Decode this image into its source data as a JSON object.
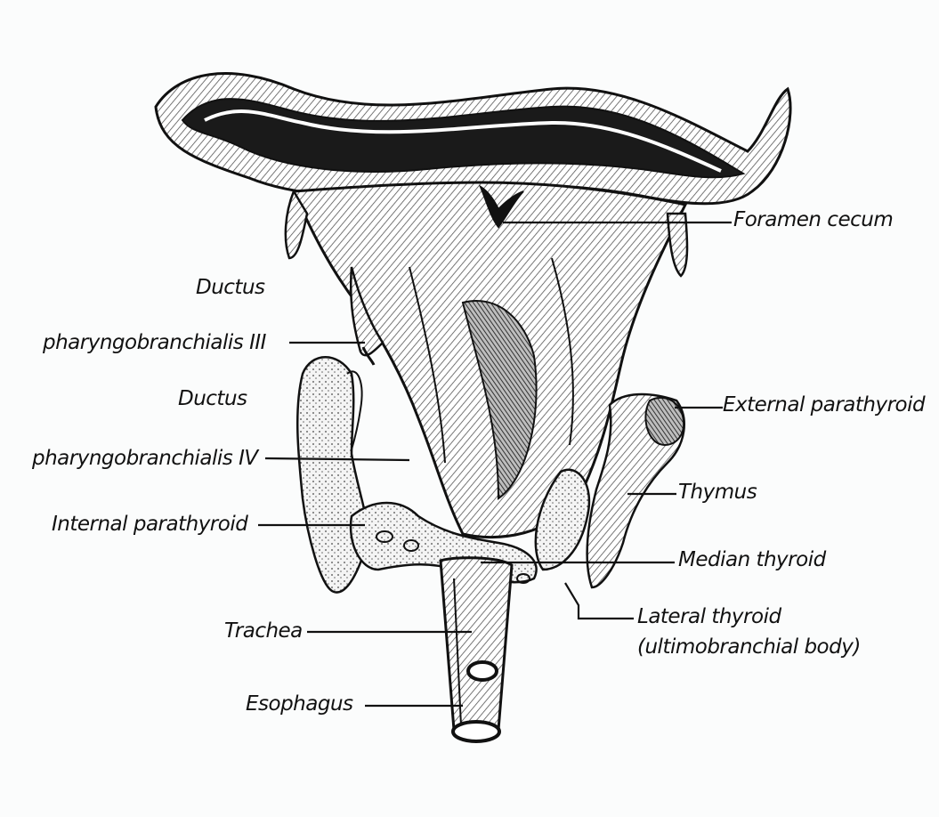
{
  "labels": {
    "foramen_cecum": "Foramen cecum",
    "ductus_iii_line1": "Ductus",
    "ductus_iii_line2": "pharyngobranchialis III",
    "ductus_iv_line1": "Ductus",
    "ductus_iv_line2": "pharyngobranchialis IV",
    "external_parathyroid": "External parathyroid",
    "thymus": "Thymus",
    "internal_parathyroid": "Internal parathyroid",
    "median_thyroid": "Median thyroid",
    "trachea": "Trachea",
    "lateral_thyroid_line1": "Lateral thyroid",
    "lateral_thyroid_line2": "(ultimobranchial body)",
    "esophagus": "Esophagus"
  },
  "colors": {
    "ink": "#111111",
    "paper": "#ffffff",
    "shade": "#3a3a3a"
  }
}
